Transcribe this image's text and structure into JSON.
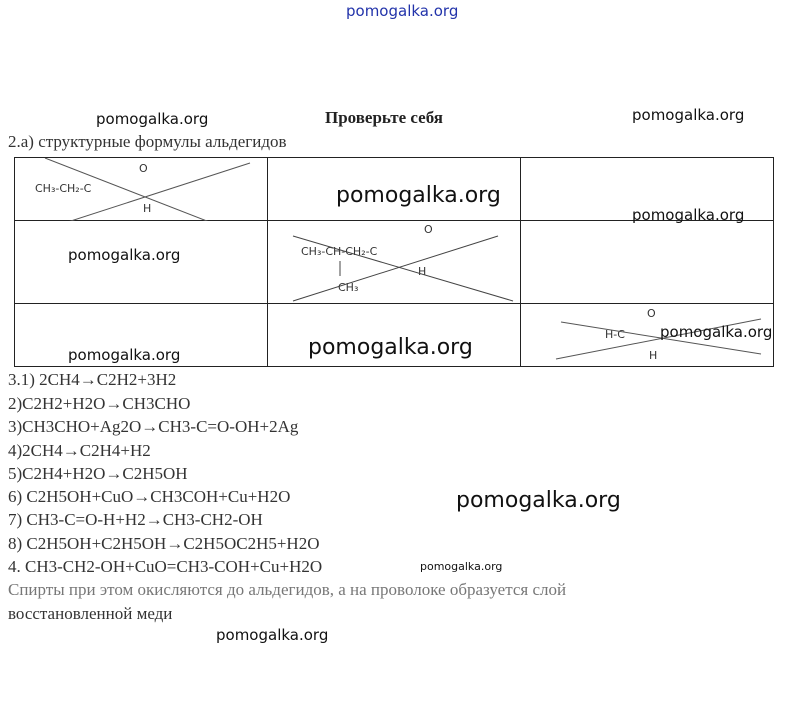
{
  "watermarks": {
    "top": "pomogalka.org",
    "wm": "pomogalka.org"
  },
  "title": "Проверьте себя",
  "section2": "2.а) структурные формулы альдегидов",
  "formulas": {
    "f1": {
      "main": "CH₃-CH₂-C",
      "o": "O",
      "h": "H"
    },
    "f2": {
      "main": "CH₃-CH-CH₂-C",
      "o": "O",
      "h": "H",
      "branch": "CH₃"
    },
    "f3": {
      "main": "H-C",
      "o": "O",
      "h": "H"
    }
  },
  "lines": [
    "3.1) 2CH4→C2H2+3H2",
    "2)C2H2+H2O→CH3CHO",
    "3)CH3CHO+Ag2O→CH3-C=O-OH+2Ag",
    "4)2CH4→C2H4+H2",
    "5)C2H4+H2O→C2H5OH",
    "6) C2H5OH+CuO→CH3COH+Cu+H2O",
    "7) CH3-C=O-H+H2→CH3-CH2-OH",
    "8) C2H5OH+C2H5OH→C2H5OC2H5+H2O",
    "4. CH3-CH2-OH+CuO=CH3-COH+Cu+H2O",
    "Спирты при этом окисляются до альдегидов, а на проволоке образуется слой",
    "восстановленной меди"
  ]
}
